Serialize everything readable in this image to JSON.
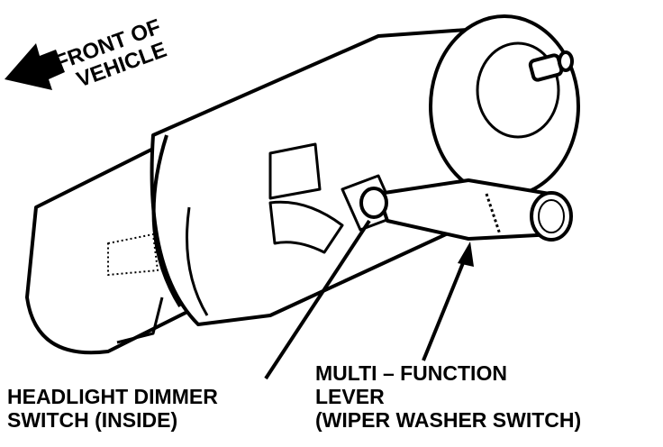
{
  "direction_label": {
    "line1": "FRONT OF",
    "line2": "VEHICLE"
  },
  "callouts": {
    "headlight": {
      "line1": "HEADLIGHT DIMMER",
      "line2": "SWITCH (INSIDE)"
    },
    "lever": {
      "line1": "MULTI – FUNCTION",
      "line2": "LEVER",
      "line3": "(WIPER WASHER SWITCH)"
    }
  }
}
